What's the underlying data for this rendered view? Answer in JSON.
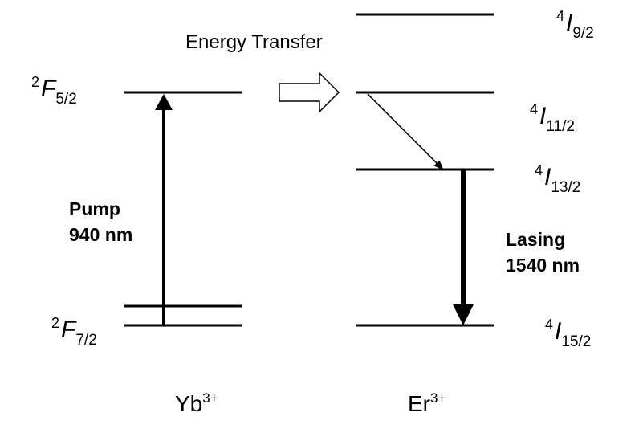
{
  "transfer_label": "Energy Transfer",
  "pump": {
    "line1": "Pump",
    "line2": "940 nm"
  },
  "lasing": {
    "line1": "Lasing",
    "line2": "1540 nm"
  },
  "yb": {
    "ion": {
      "symbol": "Yb",
      "charge": "3+"
    },
    "levels": {
      "upper": {
        "multiplicity": "2",
        "letter": "F",
        "j": "5/2"
      },
      "ground": {
        "multiplicity": "2",
        "letter": "F",
        "j": "7/2"
      }
    }
  },
  "er": {
    "ion": {
      "symbol": "Er",
      "charge": "3+"
    },
    "levels": {
      "i9": {
        "multiplicity": "4",
        "letter": "I",
        "j": "9/2"
      },
      "i11": {
        "multiplicity": "4",
        "letter": "I",
        "j": "11/2"
      },
      "i13": {
        "multiplicity": "4",
        "letter": "I",
        "j": "13/2"
      },
      "i15": {
        "multiplicity": "4",
        "letter": "I",
        "j": "15/2"
      }
    }
  }
}
